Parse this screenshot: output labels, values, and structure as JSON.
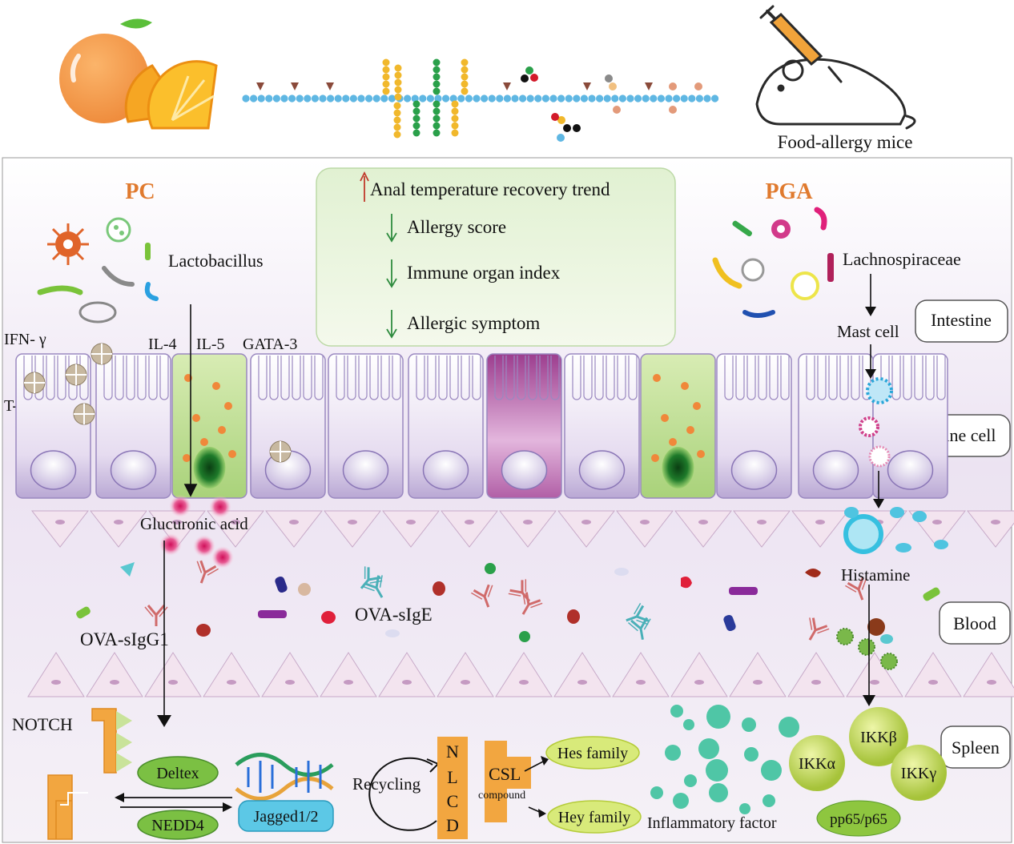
{
  "top": {
    "mice_label": "Food-allergy mice"
  },
  "panel": {
    "pc_label": "PC",
    "pga_label": "PGA",
    "lactobacillus": "Lactobacillus",
    "lachnospiraceae": "Lachnospiraceae",
    "mast_cell": "Mast cell",
    "cytokines": {
      "ifn": "IFN- γ",
      "tbet": "T-bet",
      "il4": "IL-4",
      "il5": "IL-5",
      "gata3": "GATA-3"
    },
    "glucuronic_acid": "Glucuronic acid",
    "histamine": "Histamine",
    "ova_sigg1": "OVA-sIgG1",
    "ova_sige": "OVA-sIgE",
    "notch": "NOTCH",
    "deltex": "Deltex",
    "nedd4": "NEDD4",
    "jagged": "Jagged1/2",
    "recycling": "Recycling",
    "nlcd": [
      "N",
      "L",
      "C",
      "D"
    ],
    "csl": "CSL",
    "compound": "compound",
    "hes": "Hes family",
    "hey": "Hey family",
    "inflammatory": "Inflammatory factor",
    "ikka": "IKKα",
    "ikkb": "IKKβ",
    "ikkg": "IKKγ",
    "pp65": "pp65/p65"
  },
  "effects_box": {
    "items": [
      {
        "direction": "up",
        "text": "Anal temperature recovery trend"
      },
      {
        "direction": "down",
        "text": "Allergy score"
      },
      {
        "direction": "down",
        "text": "Immune organ index"
      },
      {
        "direction": "down",
        "text": "Allergic symptom"
      }
    ]
  },
  "tissue_labels": {
    "intestine": "Intestine",
    "intestine_cell": "Intestine cell",
    "blood": "Blood",
    "spleen": "Spleen"
  },
  "colors": {
    "accent_orange": "#e07a2e",
    "up_arrow": "#c0392b",
    "down_arrow": "#2e8b3e",
    "cell_purple": "#b9a8d4",
    "effects_box_bg": "#e9f5dc",
    "nf_green": "#b7cf3a"
  }
}
